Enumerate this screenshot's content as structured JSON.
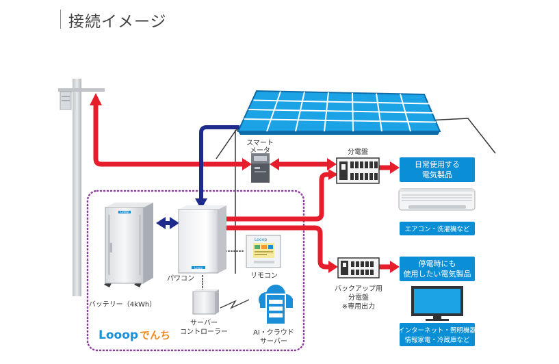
{
  "header": {
    "title": "接続イメージ"
  },
  "labels": {
    "smart_meter_line1": "スマート",
    "smart_meter_line2": "メータ",
    "main_panel": "分電盤",
    "battery": "バッテリー（4kWh）",
    "power_conditioner": "パワコン",
    "remote": "リモコン",
    "server_controller_line1": "サーバー",
    "server_controller_line2": "コントローラー",
    "ai_cloud_line1": "AI・クラウド",
    "ai_cloud_line2": "サーバー",
    "backup_panel_line1": "バックアップ用",
    "backup_panel_line2": "分電盤",
    "backup_panel_line3": "※専用出力",
    "brand_latin": "Looop",
    "brand_kana": "でんち",
    "battery_logo": "Looop",
    "pcs_logo": "Looop",
    "remote_logo": "Looop"
  },
  "boxes": {
    "daily_line1": "日常使用する",
    "daily_line2": "電気製品",
    "aircon_caption": "エアコン・洗濯機など",
    "outage_line1": "停電時にも",
    "outage_line2": "使用したい電気製品",
    "internet_line1": "インターネット・照明機器",
    "internet_line2": "情報家電・冷蔵庫など"
  },
  "colors": {
    "power_arrow": "#e61e2b",
    "dc_arrow": "#1e2b8c",
    "box_blue": "#0a8fd6",
    "solar_blue": "#1ba3e6",
    "brand_blue": "#1a8fd8",
    "enclosure_purple": "#8a3d9a"
  }
}
